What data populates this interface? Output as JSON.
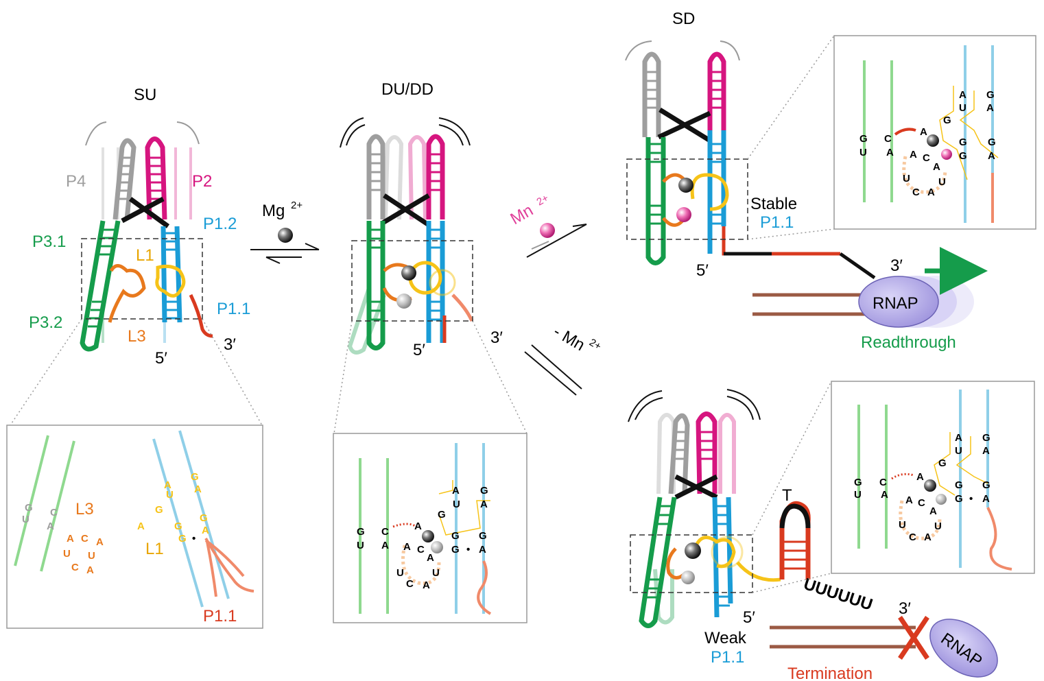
{
  "states": {
    "su": "SU",
    "dudd": "DU/DD",
    "sd": "SD"
  },
  "helices": {
    "p4": "P4",
    "p2": "P2",
    "p31": "P3.1",
    "p32": "P3.2",
    "p12": "P1.2",
    "p11": "P1.1",
    "l1": "L1",
    "l3": "L3"
  },
  "ends": {
    "five": "5′",
    "three": "3′"
  },
  "ions": {
    "mg": "Mg",
    "mg_charge": "2+",
    "mn": "Mn",
    "mn_charge": "2+",
    "minus_mn": "- Mn",
    "minus_mn_charge": "2+"
  },
  "outcomes": {
    "stable": "Stable",
    "stable_p11": "P1.1",
    "weak": "Weak",
    "weak_p11": "P1.1",
    "rnap": "RNAP",
    "readthrough": "Readthrough",
    "termination": "Termination",
    "terminator": "T",
    "polyu": "UUUUUU"
  },
  "nucleotides": {
    "g": "G",
    "c": "C",
    "u": "U",
    "a": "A",
    "dot": "•"
  },
  "inset_labels": {
    "l3": "L3",
    "l1": "L1",
    "p11": "P1.1"
  },
  "colors": {
    "p4": "#9e9e9e",
    "p2": "#d6157f",
    "p3": "#159c4b",
    "p1": "#1a9cd6",
    "l1": "#f6c318",
    "l3": "#e8791d",
    "tail": "#d93a1f",
    "mn": "#e0409a",
    "readthrough": "#159c4b",
    "termination": "#d93a1f",
    "rnap": "#a49be0"
  }
}
